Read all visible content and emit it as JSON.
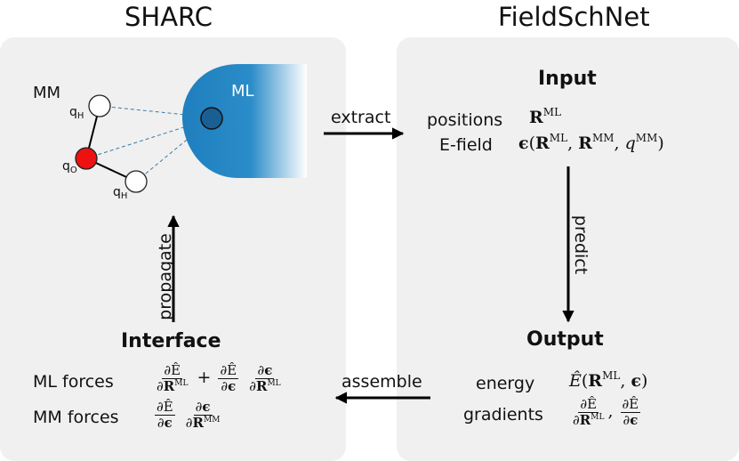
{
  "titles": {
    "left": "SHARC",
    "right": "FieldSchNet"
  },
  "sharc": {
    "mm_label": "MM",
    "ml_label": "ML",
    "atoms": {
      "qH_top": "q",
      "qO": "q",
      "qH_bottom": "q",
      "sub_H": "H",
      "sub_O": "O"
    },
    "propagate": "propagate",
    "interface_title": "Interface",
    "ml_forces_label": "ML forces",
    "mm_forces_label": "MM forces"
  },
  "arrows": {
    "extract": "extract",
    "predict": "predict",
    "assemble": "assemble"
  },
  "fieldschnet": {
    "input_title": "Input",
    "positions_label": "positions",
    "efield_label": "E-field",
    "output_title": "Output",
    "energy_label": "energy",
    "gradients_label": "gradients"
  },
  "math": {
    "R": "R",
    "ML": "ML",
    "MM": "MM",
    "q": "q",
    "eps": "ϵ",
    "E": "E",
    "Ehat": "Ê",
    "d": "∂",
    "plus": "+",
    "lparen": "(",
    "rparen": ")",
    "comma": ","
  },
  "colors": {
    "panel": "#f0f0f0",
    "ml_region": "#1f80c0",
    "oxygen": "#ee1111",
    "hydrogen": "#ffffff",
    "ml_atom": "#1a5f94",
    "dashed_lines": "#3a7aa8"
  }
}
